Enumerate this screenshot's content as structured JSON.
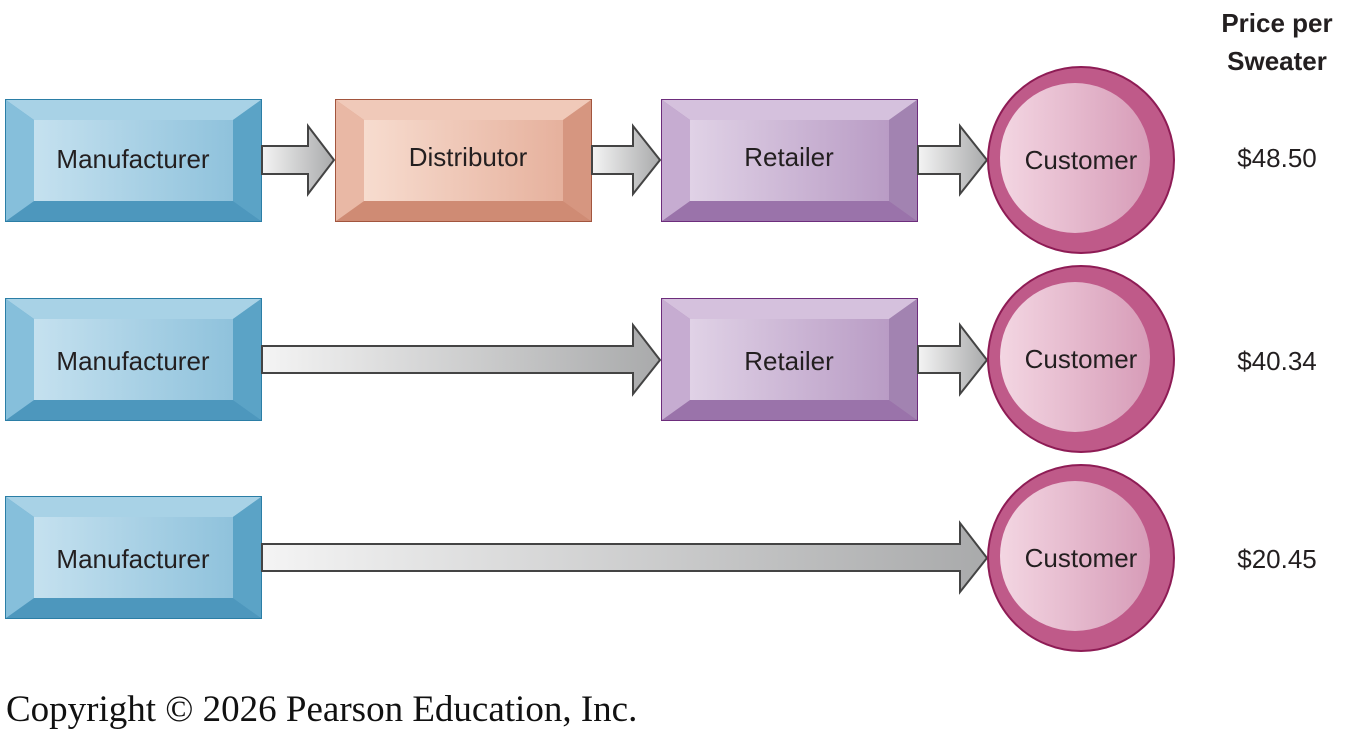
{
  "header": {
    "line1": "Price per",
    "line2": "Sweater"
  },
  "labels": {
    "manufacturer": "Manufacturer",
    "distributor": "Distributor",
    "retailer": "Retailer",
    "customer": "Customer"
  },
  "channels": [
    {
      "name": "manufacturer-distributor-retailer-customer",
      "nodes": [
        "manufacturer",
        "distributor",
        "retailer",
        "customer"
      ],
      "price": "$48.50"
    },
    {
      "name": "manufacturer-retailer-customer",
      "nodes": [
        "manufacturer",
        "retailer",
        "customer"
      ],
      "price": "$40.34"
    },
    {
      "name": "manufacturer-customer",
      "nodes": [
        "manufacturer",
        "customer"
      ],
      "price": "$20.45"
    }
  ],
  "colors": {
    "manufacturer": "#6aaecd",
    "distributor": "#e2a58f",
    "retailer": "#b08fbc",
    "customer": "#c5608e",
    "arrow": "#bdbebf"
  },
  "copyright": "Copyright © 2026 Pearson Education, Inc."
}
